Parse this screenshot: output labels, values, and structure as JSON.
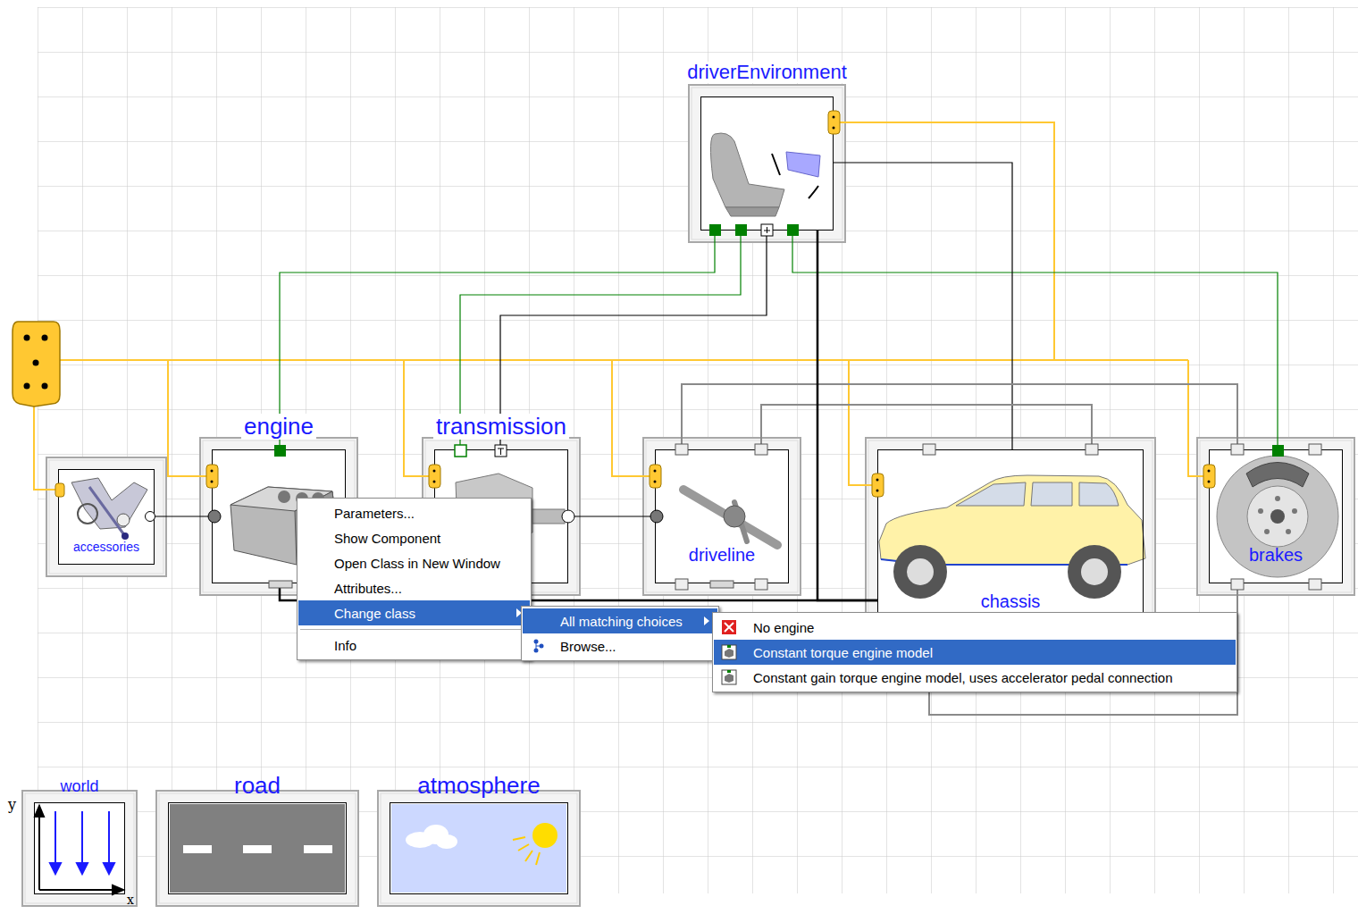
{
  "diagram": {
    "nodes": [
      {
        "text": [
          "driverEnvironment"
        ]
      },
      {
        "text": [
          "accessories"
        ]
      },
      {
        "text": [
          "engine"
        ]
      },
      {
        "text": [
          "transmission"
        ]
      },
      {
        "text": [
          "driveline"
        ]
      },
      {
        "text": [
          "chassis"
        ]
      },
      {
        "text": [
          "brakes"
        ]
      },
      {
        "text": [
          "world"
        ]
      },
      {
        "text": [
          "road"
        ]
      },
      {
        "text": [
          "atmosphere"
        ]
      },
      {
        "text": [
          "Parameters...",
          "Show Component",
          "Open Class in New Window",
          "Attributes...",
          "Change class",
          "Info"
        ]
      },
      {
        "text": [
          "All matching choices",
          "Browse..."
        ]
      },
      {
        "text": [
          "No engine",
          "Constant torque engine model",
          "Constant gain torque engine model, uses accelerator pedal connection"
        ]
      }
    ],
    "edges": [
      {
        "from": 0,
        "to": 2,
        "arrow": "none"
      },
      {
        "from": 0,
        "to": 3,
        "arrow": "none"
      },
      {
        "from": 0,
        "to": 3,
        "arrow": "none"
      },
      {
        "from": 0,
        "to": 6,
        "arrow": "none"
      },
      {
        "from": 0,
        "to": 5,
        "arrow": "none"
      },
      {
        "from": 1,
        "to": 2,
        "arrow": "none"
      },
      {
        "from": 2,
        "to": 3,
        "arrow": "none"
      },
      {
        "from": 3,
        "to": 4,
        "arrow": "none"
      },
      {
        "from": 4,
        "to": 5,
        "arrow": "none"
      },
      {
        "from": 4,
        "to": 6,
        "arrow": "none"
      },
      {
        "from": 5,
        "to": 6,
        "arrow": "none"
      },
      {
        "from": 2,
        "to": 5,
        "arrow": "none"
      },
      {
        "from": 0,
        "to": 5,
        "arrow": "none"
      }
    ],
    "labels": [
      "y",
      "x"
    ]
  }
}
